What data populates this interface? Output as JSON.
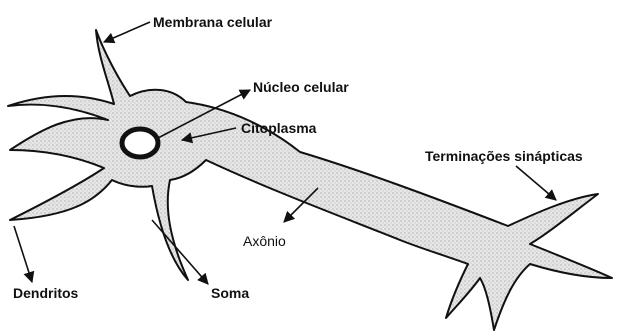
{
  "labels": {
    "membrana": "Membrana celular",
    "nucleo": "Núcleo celular",
    "citoplasma": "Citoplasma",
    "terminacoes": "Terminações sinápticas",
    "axonio": "Axônio",
    "dendritos": "Dendritos",
    "soma": "Soma"
  }
}
